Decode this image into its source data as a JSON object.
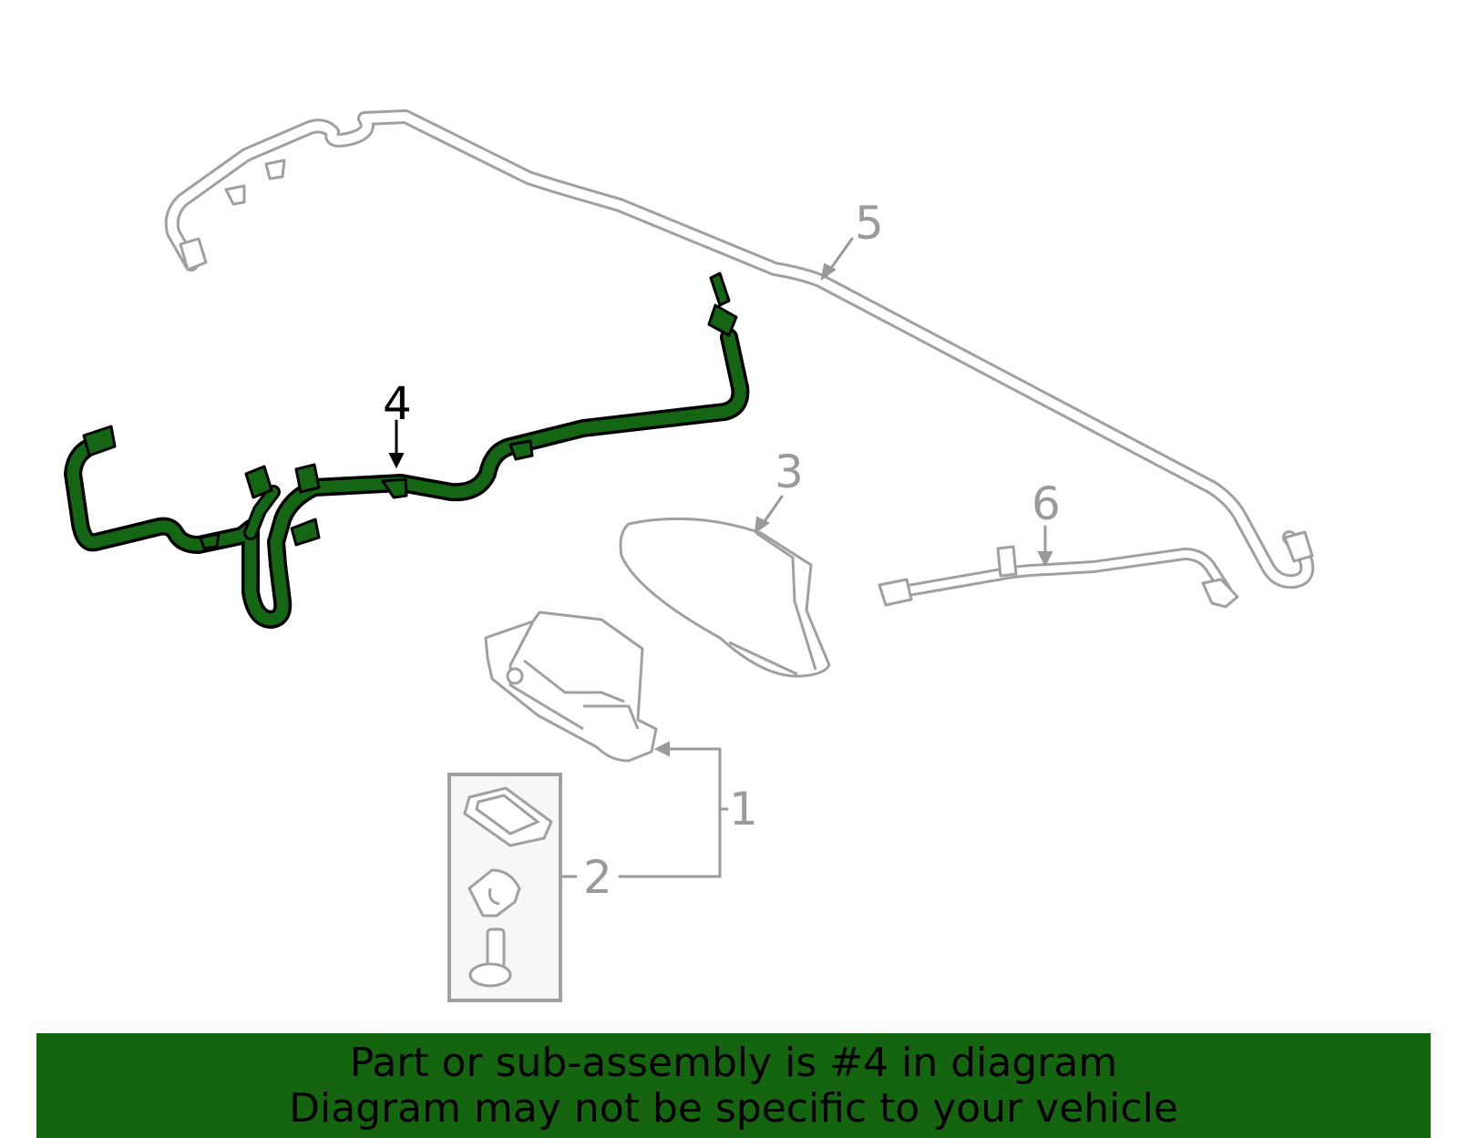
{
  "callouts": {
    "c1": "1",
    "c2": "2",
    "c3": "3",
    "c4": "4",
    "c5": "5",
    "c6": "6"
  },
  "banner": {
    "line1": "Part or sub-assembly is #4 in diagram",
    "line2": "Diagram may not be specific to your vehicle"
  },
  "colors": {
    "highlight": "#146614",
    "banner_bg": "#156410",
    "muted_line": "#a0a0a0",
    "muted_text": "#9a9a9a"
  }
}
